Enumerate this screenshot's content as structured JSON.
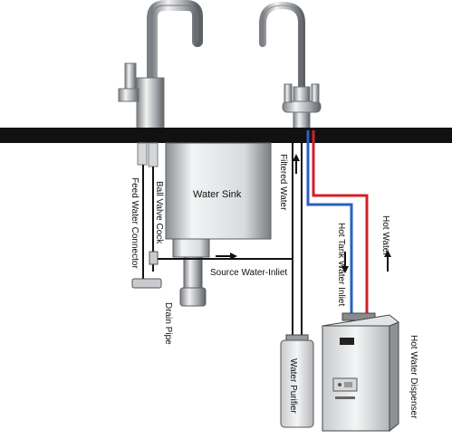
{
  "labels": {
    "water_sink": "Water Sink",
    "filtered_water": "Filtered Water",
    "ball_valve_cock": "Ball Valve Cock",
    "feed_water_connector": "Feed Water Connector",
    "source_water_inlet": "Source Water-Inliet",
    "drain_pipe": "Drain Pipe",
    "hot_tank_water_inlet": "Hot Tank Water Inliet",
    "hot_water": "Hot Water",
    "water_purifier": "Water Purifier",
    "hot_water_dispenser": "Hot Water Dispenser"
  },
  "colors": {
    "hot_line": "#d0202a",
    "cold_line": "#2a5fc4",
    "counter": "#111111",
    "chrome": "#b9bcc0"
  }
}
